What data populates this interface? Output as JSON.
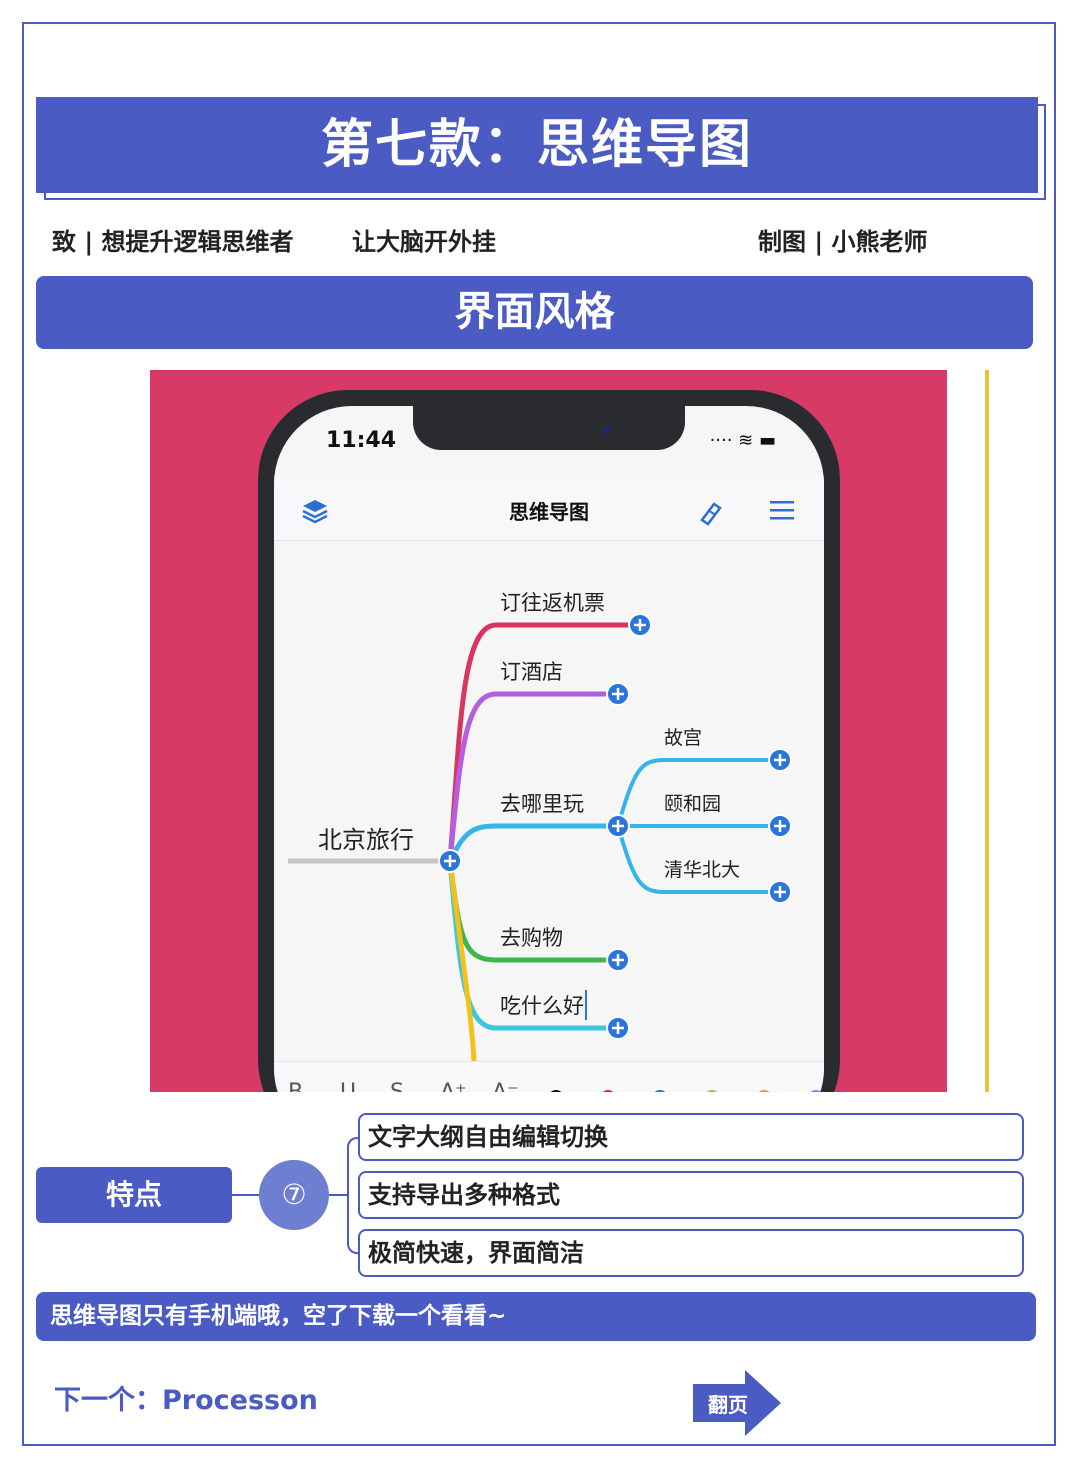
{
  "header": {
    "title": "第七款：思维导图"
  },
  "subline": {
    "left": "致 | 想提升逻辑思维者",
    "middle": "让大脑开外挂",
    "right": "制图 | 小熊老师"
  },
  "section": {
    "label": "界面风格"
  },
  "phone": {
    "time": "11:44",
    "status": "···· ≋ ▬",
    "app_title": "思维导图",
    "icons": [
      "layers-icon",
      "brush-icon",
      "menu-icon"
    ],
    "nodes": {
      "root": "北京旅行",
      "b1": "订往返机票",
      "b2": "订酒店",
      "b3": "去哪里玩",
      "b3a": "故宫",
      "b3b": "颐和园",
      "b3c": "清华北大",
      "b4": "去购物",
      "b5": "吃什么好"
    },
    "branch_colors": {
      "b1": "#d8365e",
      "b2": "#b45ee0",
      "b3": "#35b4e6",
      "b4": "#3fb54f",
      "b5": "#3cc6e0",
      "b6": "#f2c21a",
      "root": "#c5c5c5"
    },
    "toolbar": {
      "bold": "B",
      "underline": "U",
      "strike": "S",
      "bigger": "A⁺",
      "smaller": "A⁻",
      "colors": [
        "#111111",
        "#e3262b",
        "#2b74dc",
        "#86cc3e",
        "#f7901e",
        "#c764e3"
      ]
    }
  },
  "features": {
    "label": "特点",
    "number": "⑦",
    "items": [
      "文字大纲自由编辑切换",
      "支持导出多种格式",
      "极简快速，界面简洁"
    ]
  },
  "note": "思维导图只有手机端哦，空了下载一个看看~",
  "next": "下一个：Processon",
  "flip": "翻页"
}
